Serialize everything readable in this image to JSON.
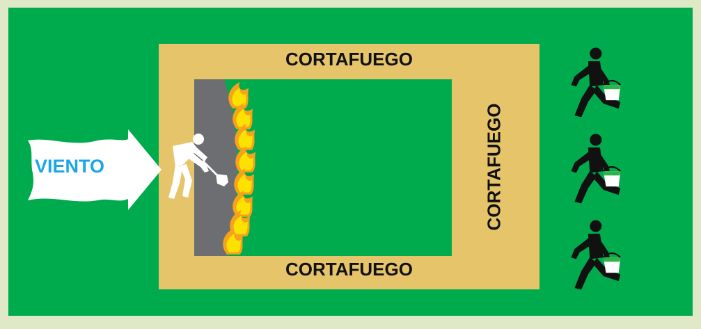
{
  "diagram": {
    "firebreak_top_label": "CORTAFUEGO",
    "firebreak_bottom_label": "CORTAFUEGO",
    "firebreak_right_label": "CORTAFUEGO",
    "wind_label": "VIENTO",
    "colors": {
      "page_border": "#dfe9c7",
      "field_green": "#00ab4e",
      "firebreak_tan": "#e6c46a",
      "burned_gray": "#6d6e71",
      "flame_yellow": "#fde100",
      "flame_orange": "#f7a21b",
      "wind_arrow": "#ffffff",
      "wind_text": "#1aa6e8",
      "worker_dark": "#111111",
      "bucket_water": "#2db34a"
    },
    "icons": {
      "wind": "wind-arrow-icon",
      "digger": "worker-digging-shovel-icon",
      "carrier": "worker-carrying-bucket-icon",
      "flame": "flame-icon"
    }
  }
}
